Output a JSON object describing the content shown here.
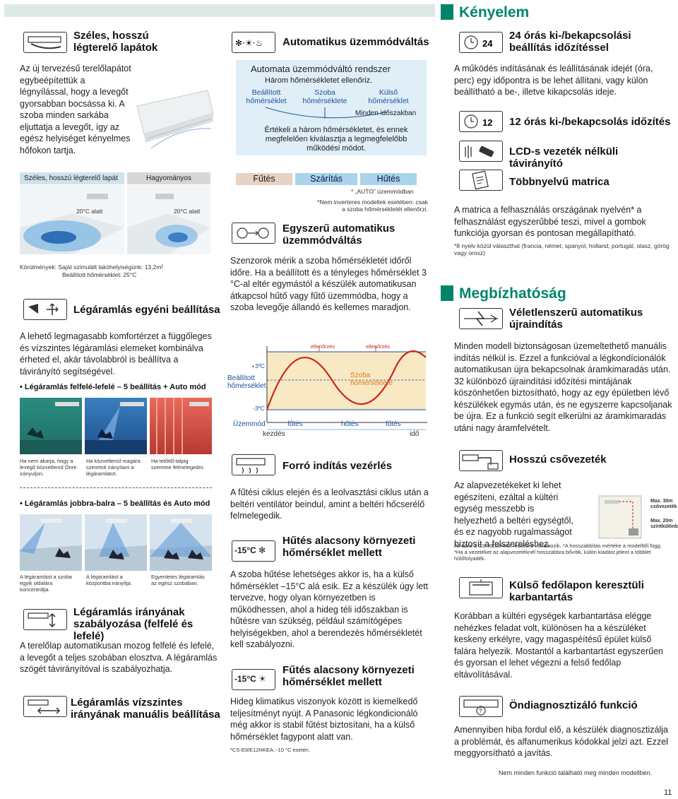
{
  "page": {
    "number": "11",
    "footer_note": "Nem minden funkció található meg minden modellben."
  },
  "colors": {
    "accent_green": "#00856a",
    "mode_blue": "#a9d4ec",
    "mode_tan": "#e6d3c1"
  },
  "col1": {
    "wide_flap": {
      "title": "Széles, hosszú légterelő lapátok",
      "body": "Az új tervezésű terelőlapátot egybeépítettük a légnyílással, hogy a levegőt gyorsabban bocsássa ki. A szoba minden sarkába eljuttatja a levegőt, így az egész helyiséget kényelmes hőfokon tartja.",
      "tab_wide": "Széles, hosszú légterelő lapát",
      "tab_normal": "Hagyományos",
      "below_left": "20°C alatt",
      "below_right": "20°C alatt",
      "conditions_1": "Körülmények: Saját szimulált lakóhelyiségünk: 13,2m²",
      "conditions_2": "Beállított hőmérséklet: 25°C"
    },
    "airflow_individual": {
      "title": "Légáramlás egyéni beállítása",
      "body": "A lehető legmagasabb komfortérzet a függőleges és vízszintes légáramlási elemeket kombinálva érheted el, akár távolabbról is beállítva a távirányító segítségével."
    },
    "updown": {
      "heading": "Légáramlás felfelé-lefelé – 5 beállítás + Auto mód",
      "captions": [
        "Ha nem akarja, hogy a levegő közvetlenül Önre irányuljon.",
        "Ha közvetlenül magára szeretné irányítani a légáramlatot.",
        "Ha tetőtől-talpig szeretne felmelegedni."
      ]
    },
    "leftright": {
      "heading": "Légáramlás jobbra-balra – 5 beállítás és Auto mód",
      "captions": [
        "A légáramlást a szoba egyik oldalára koncentrálja.",
        "A légáramlást a központba irányítja.",
        "Egyenletes légáramlás az egész szobában."
      ]
    },
    "auto_swing": {
      "title": "Légáramlás irányának szabályozása (felfelé és lefelé)",
      "body": "A terelőlap automatikusan mozog felfelé és lefelé, a levegőt a teljes szobában elosztva. A légáramlás szögét távirányítóval is szabályozhatja."
    },
    "manual_horiz": {
      "title": "Légáramlás vízszintes irányának manuális beállítása"
    }
  },
  "col2": {
    "auto_switch": {
      "title": "Automatikus üzemmódváltás",
      "box_title": "Automata üzemmódváltó rendszer",
      "box_sub": "Három hőmérsékletet ellenőriz.",
      "t_set": "Beállított hőmérséklet",
      "t_room": "Szoba hőmérséklete",
      "t_out": "Külső hőmérséklet",
      "always": "Minden időszakban",
      "evaluates": "Értékeli a három hőmérsékletet, és ennek megfelelően kiválasztja a legmegfelelőbb működési módot.",
      "modes": [
        "Fűtés",
        "Szárítás",
        "Hűtés"
      ],
      "auto_note": "* „AUTO” üzemmódban",
      "inverter_note": "*Nem inverteres modellek esetében: csak a szoba hőmérsékletét ellenőrzi."
    },
    "simple_auto": {
      "title": "Egyszerű automatikus üzemmódváltás",
      "body": "Szenzorok mérik a szoba hőmérsékletét időről időre. Ha a beállított és a tényleges hőmérséklet 3 °C-al eltér egymástól a készülék automatikusan átkapcsol hűtő vagy fűtő üzemmódba, hogy a szoba levegője állandó és kellemes maradjon."
    },
    "graph": {
      "check_1": "ellenőrzés",
      "check_2": "ellenőrzés",
      "plus3": "+3ºC",
      "set_temp": "Beállított hőmérséklet",
      "minus3": "-3ºC",
      "room_temp": "Szoba hőmérséklete",
      "mode_label": "Üzemmód",
      "start": "kezdés",
      "heat_1": "fűtés",
      "cool": "hűtés",
      "heat_2": "fűtés",
      "time": "idő"
    },
    "hot_start": {
      "title": "Forró indítás vezérlés",
      "body": "A fűtési ciklus elején és a leolvasztási ciklus után a beltéri ventilátor beindul, amint a beltéri hőcserélő felmelegedik."
    },
    "low_cool": {
      "icon_text": "-15°C",
      "title": "Hűtés alacsony környezeti hőmérséklet mellett",
      "body": "A szoba hűtése lehetséges akkor is, ha a külső hőmérséklet –15°C alá esik. Ez a készülék úgy lett tervezve, hogy olyan környezetben is működhessen, ahol a hideg téli időszakban is hűtésre van szükség, például számítógépes helyiségekben, ahol a berendezés hőmérsékletét kell szabályozni."
    },
    "low_heat": {
      "icon_text": "-15°C",
      "title": "Fűtés alacsony környezeti hőmérséklet mellett",
      "body": "Hideg klimatikus viszonyok között is kiemelkedő teljesítményt nyújt. A Panasonic légkondicionáló még akkor is stabil fűtést biztosítani, ha a külső hőmérséklet fagypont alatt van.",
      "footnote": "*CS-E9/E12HKEA, -10 °C esetén."
    }
  },
  "col3": {
    "comfort_header": "Kényelem",
    "timer24": {
      "icon_text": "24",
      "title": "24 órás ki-/bekapcsolási beállítás időzítéssel",
      "body": "A működés indításának és leállításának idejét (óra, perc) egy időpontra is be lehet állítani, vagy külön beállítható a be-, illetve kikapcsolás ideje."
    },
    "timer12": {
      "icon_text": "12",
      "title": "12 órás ki-/bekapcsolás időzítés"
    },
    "lcd": {
      "title": "LCD-s vezeték nélküli távirányító"
    },
    "sticker": {
      "title": "Többnyelvű matrica",
      "body": "A matrica a felhasználás országának nyelvén* a felhasználást egyszerűbbé teszi, mivel a gombok funkciója gyorsan és pontosan megállapítható.",
      "note": "*8 nyelv közül választhat (francia, német, spanyol, holland, portugál, olasz, görög vagy orosz)"
    },
    "reliability_header": "Megbízhatóság",
    "restart": {
      "title": "Véletlenszerű automatikus újraindítás",
      "body": "Minden modell biztonságosan üzemeltethető manuális indítás nélkül is. Ezzel a funkcióval a légkondícionálók automatikusan újra bekapcsolnak áramkimaradás után. 32 különböző újraindítási időzítési mintájának köszönhetően biztosítható, hogy az egy épületben lévő készülékek egymás után, és ne egyszerre kapcsoljanak be újra. Ez a funkció segít elkerülni az áramkimaradás utáni nagy áramfelvételt."
    },
    "long_pipe": {
      "title": "Hosszú csővezeték",
      "body": "Az alapvezetékeket ki lehet egészíteni, ezáltal a kültéri egység messzebb is helyezhető a beltéri egységtől, és ez nagyobb rugalmasságot biztosít a felszereléshez.",
      "max30": "Max. 30m csővezeték",
      "max20": "Max. 20m szintkülönbség",
      "note": "Az ábra a CS-RE28HKE modellre vonatkozik. *A hosszabbítás mértéke a modelltől függ. *Ha a vezetéket az alapvezetéknél hosszabbra bővítik, külön kiadást jelent a többlet hűtőfolyadék."
    },
    "front_panel": {
      "title": "Külső fedőlapon keresztüli karbantartás",
      "body": "Korábban a kültéri egységek karbantartása elégge nehézkes feladat volt, különösen ha a készüléket keskeny erkélyre, vagy magaspéítésű épület külső falára helyezik. Mostantól a karbantartást egyszerűen és gyorsan el lehet végezni a felső fedőlap eltávolításával."
    },
    "self_diag": {
      "title": "Öndiagnosztizáló funkció",
      "body": "Amennyiben hiba fordul elő, a készülék diagnosztizálja a problémát, és alfanumerikus kódokkal jelzi azt. Ezzel meggyorsítható a javítás."
    }
  }
}
